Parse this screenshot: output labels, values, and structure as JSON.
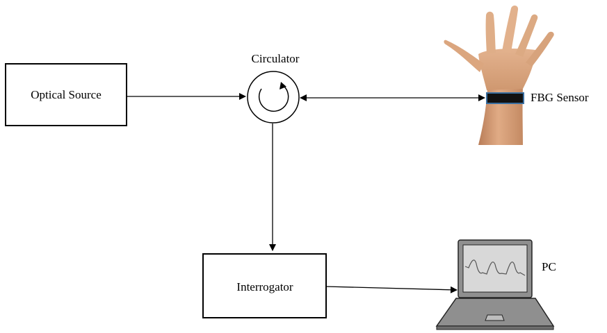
{
  "blocks": {
    "optical_source": "Optical Source",
    "circulator": "Circulator",
    "fbg_sensor": "FBG Sensor",
    "interrogator": "Interrogator",
    "pc": "PC"
  },
  "colors": {
    "line": "#000000",
    "skin": "#d9a27c",
    "skin_shadow": "#b97d58",
    "sensor_band": "#111111",
    "sensor_border": "#3a6fa0",
    "laptop_body": "#8f8f8f",
    "laptop_screen": "#d8d8d8",
    "waveform": "#555555"
  },
  "icons": [
    "circular-arrow-icon",
    "hand-wrist-image",
    "laptop-icon"
  ]
}
